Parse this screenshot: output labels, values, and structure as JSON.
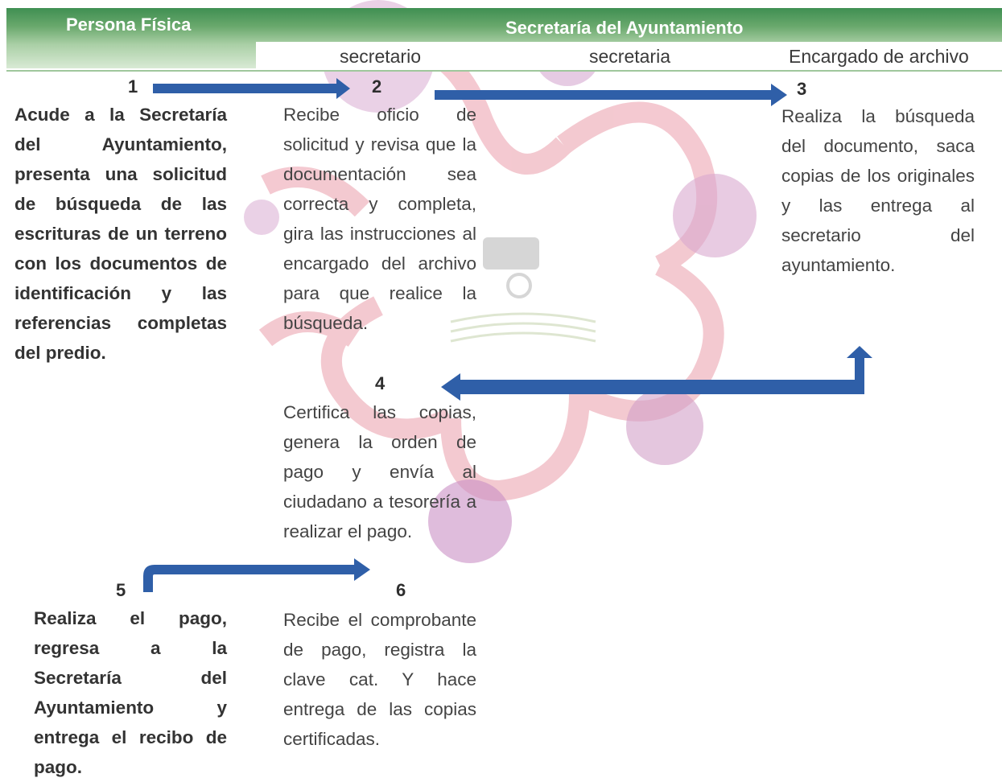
{
  "header": {
    "left_title": "Persona Física",
    "right_title": "Secretaría del Ayuntamiento",
    "lanes": [
      "secretario",
      "secretaria",
      "Encargado de archivo"
    ]
  },
  "colors": {
    "header_green": "#3f8f52",
    "arrow_blue": "#2f5fa8",
    "watermark_pink": "#e8a2b0",
    "watermark_purple": "#c98fc4"
  },
  "steps": [
    {
      "number": "1",
      "text": "Acude a la Secretaría del Ayuntamiento, presenta una solicitud de búsqueda de las escrituras de un terreno con los documentos de identificación y las referencias completas del predio."
    },
    {
      "number": "2",
      "text": "Recibe oficio de solicitud y revisa que la documentación sea correcta y completa, gira las instrucciones al encargado del archivo para que realice la búsqueda."
    },
    {
      "number": "3",
      "text": "Realiza la búsqueda del documento, saca copias de los originales y las entrega al secretario del ayuntamiento."
    },
    {
      "number": "4",
      "text": "Certifica las copias, genera la orden de pago y envía al ciudadano a tesorería a realizar el pago."
    },
    {
      "number": "5",
      "text": "Realiza el pago, regresa a la Secretaría del Ayuntamiento y entrega el recibo de pago."
    },
    {
      "number": "6",
      "text": "Recibe el comprobante de pago, registra la clave cat. Y hace entrega de las copias certificadas."
    }
  ]
}
